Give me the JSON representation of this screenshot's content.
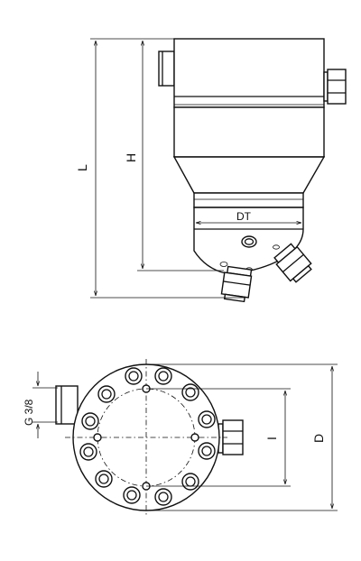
{
  "drawing": {
    "side_view": {
      "dim_L": "L",
      "dim_H": "H",
      "dim_DT": "DT"
    },
    "top_view": {
      "dim_G": "G 3/8",
      "dim_I": "I",
      "dim_D": "D"
    }
  }
}
